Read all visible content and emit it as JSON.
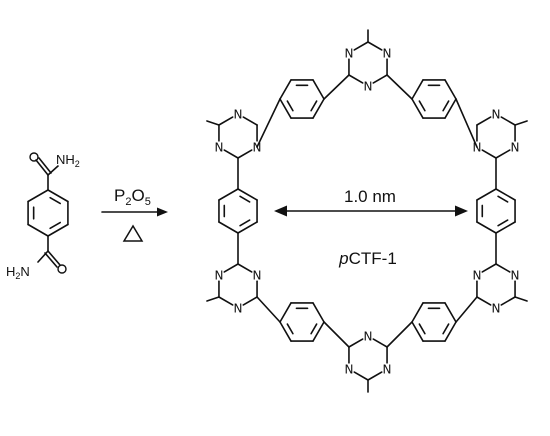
{
  "reactant": {
    "top_group_label": "NH",
    "top_group_sub": "2",
    "bottom_group_label": "H",
    "bottom_group_sub": "2",
    "bottom_group_tail": "N"
  },
  "conditions": {
    "reagent_base": "P",
    "reagent_sub1": "2",
    "reagent_mid": "O",
    "reagent_sub2": "5",
    "heat_symbol": "△"
  },
  "product": {
    "nitrogen_label": "N",
    "pore_size_label": "1.0 nm",
    "name_italic": "p",
    "name_rest": "CTF-1"
  }
}
